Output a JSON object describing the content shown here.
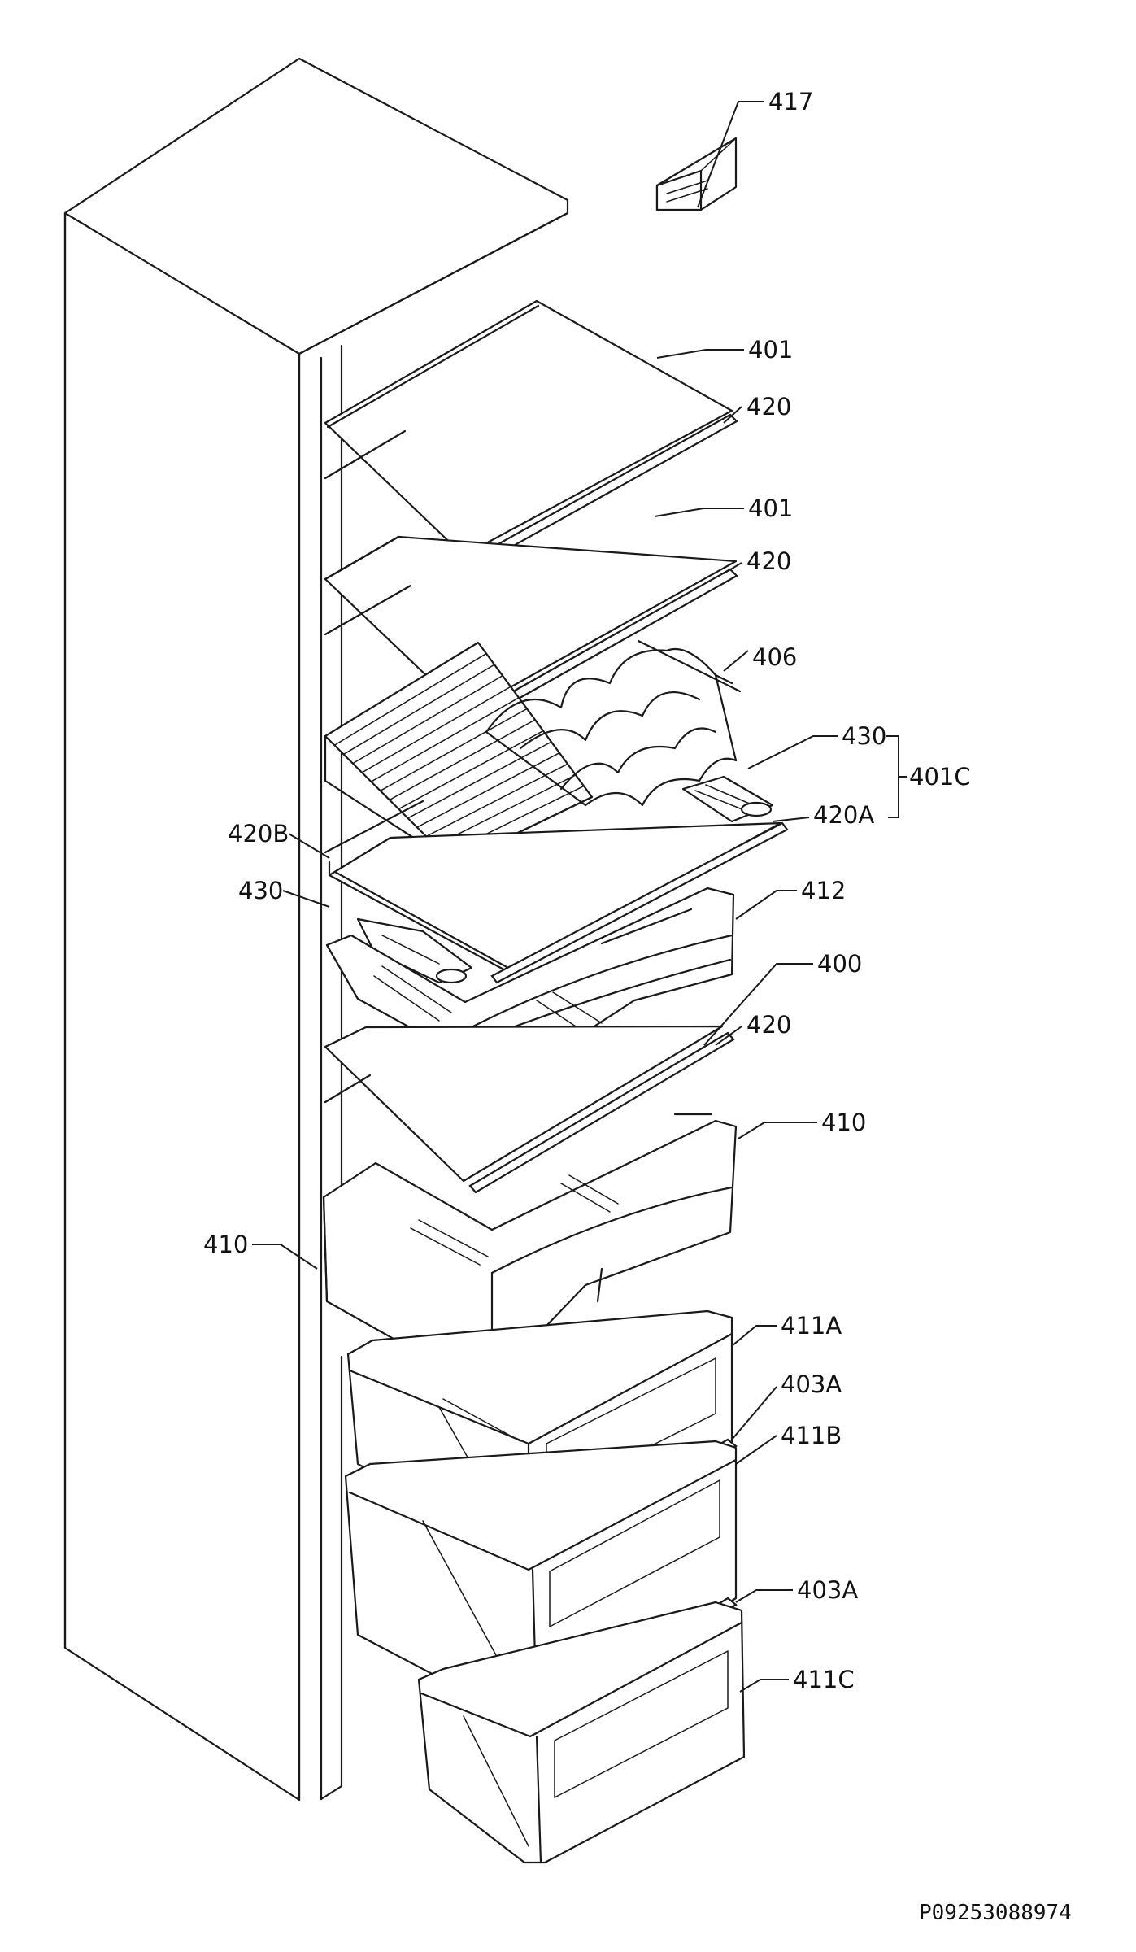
{
  "document_code": "P09253088974",
  "callouts": [
    {
      "text": "417"
    },
    {
      "text": "401"
    },
    {
      "text": "420"
    },
    {
      "text": "401"
    },
    {
      "text": "420"
    },
    {
      "text": "406"
    },
    {
      "text": "430"
    },
    {
      "text": "401C"
    },
    {
      "text": "420A"
    },
    {
      "text": "420B"
    },
    {
      "text": "430"
    },
    {
      "text": "412"
    },
    {
      "text": "400"
    },
    {
      "text": "420"
    },
    {
      "text": "410"
    },
    {
      "text": "410"
    },
    {
      "text": "411A"
    },
    {
      "text": "403A"
    },
    {
      "text": "411B"
    },
    {
      "text": "403A"
    },
    {
      "text": "411C"
    }
  ]
}
